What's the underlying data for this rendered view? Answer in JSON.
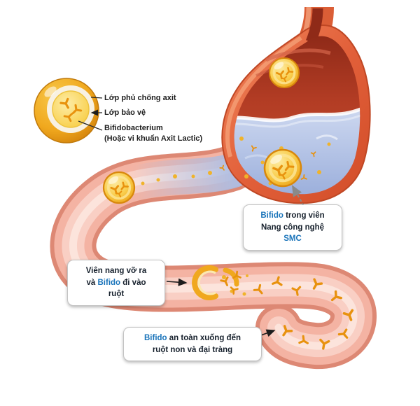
{
  "legend": {
    "coating": "Lớp phủ chống axit",
    "protective": "Lớp bảo vệ",
    "bacterium": "Bifidobacterium",
    "bacterium_sub": "(Hoặc vi khuẩn Axit Lactic)"
  },
  "callouts": {
    "smc": {
      "highlight1": "Bifido",
      "rest1": " trong viên",
      "line2": "Nang công nghệ",
      "highlight2": "SMC"
    },
    "break": {
      "line1": "Viên nang vỡ ra",
      "pre2": "và ",
      "highlight2": "Bifido",
      "post2": " đi vào",
      "line3": "ruột"
    },
    "safe": {
      "highlight1": "Bifido",
      "rest1": " an toàn xuống đến",
      "line2": "ruột non và đại tràng"
    }
  },
  "icons": {
    "capsule": "capsule-icon",
    "bacterium": "bifido-bacterium-icon"
  },
  "colors": {
    "highlight_blue": "#1a74ba",
    "capsule_gold": "#f0a81e",
    "capsule_core_yellow": "#fbd44a",
    "bacteria_orange": "#e8920e",
    "stomach_wall_orange": "#e2603a",
    "stomach_interior_red": "#a83522",
    "gastric_fluid_blue": "#a9bce4",
    "intestine_pink": "#f4b3a3",
    "intestine_edge_pink": "#dd8874"
  }
}
